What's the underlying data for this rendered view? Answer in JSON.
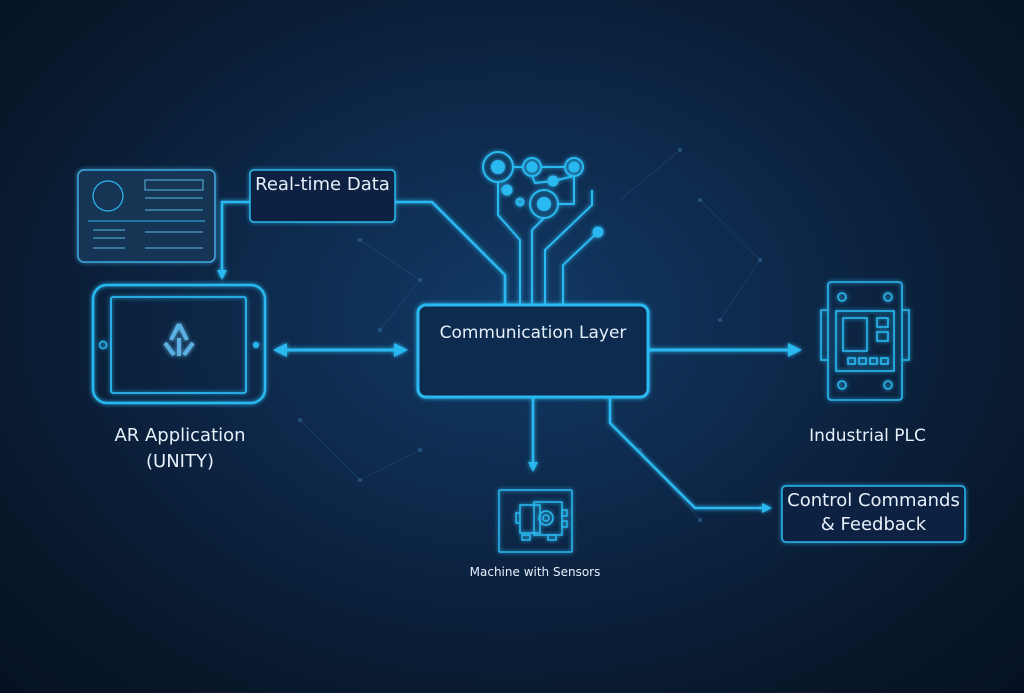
{
  "title": "AR Industrial Communication Architecture",
  "colors": {
    "accent": "#2ab8f0",
    "text": "#e6f0fa",
    "background": "#0a1f3a"
  },
  "nodes": {
    "realtime_data": "Real-time Data",
    "communication_layer": "Communication Layer",
    "ar_app_line1": "AR Application",
    "ar_app_line2": "(UNITY)",
    "plc": "Industrial PLC",
    "control_line1": "Control Commands",
    "control_line2": "& Feedback",
    "machine": "Machine with Sensors"
  },
  "icons": [
    "dashboard-panel-icon",
    "tablet-icon",
    "unity-logo-icon",
    "network-nodes-icon",
    "plc-icon",
    "machine-icon"
  ]
}
